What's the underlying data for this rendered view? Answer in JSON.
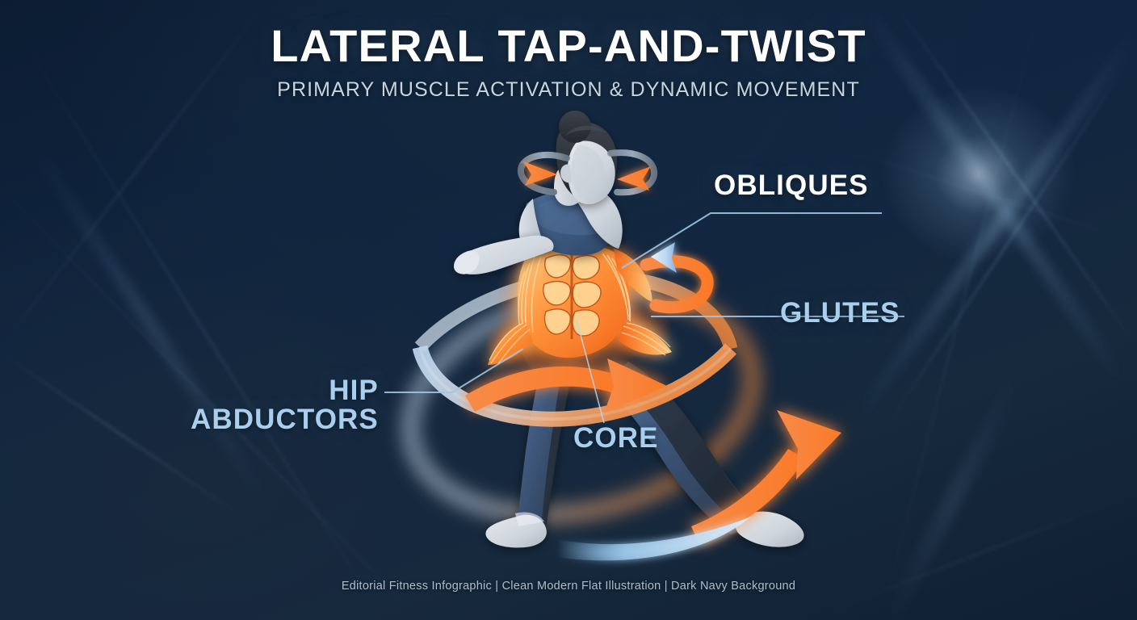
{
  "header": {
    "title": "LATERAL TAP-AND-TWIST",
    "subtitle": "PRIMARY MUSCLE ACTIVATION & DYNAMIC MOVEMENT"
  },
  "footnote": "Editorial Fitness Infographic | Clean Modern Flat Illustration | Dark Navy Background",
  "callouts": [
    {
      "id": "obliques",
      "label": "OBLIQUES",
      "color": "#ffffff",
      "style": "white"
    },
    {
      "id": "glutes",
      "label": "GLUTES",
      "color": "#a8cfee",
      "style": "blue"
    },
    {
      "id": "hip_line1",
      "label": "HIP",
      "color": "#a8cfee",
      "style": "blue"
    },
    {
      "id": "hip_line2",
      "label": "ABDUCTORS",
      "color": "#a8cfee",
      "style": "blue"
    },
    {
      "id": "core",
      "label": "CORE",
      "color": "#a8cfee",
      "style": "blue"
    }
  ],
  "illustration": {
    "subject": "female-athlete-lateral-twist-pose",
    "muscle_highlights": [
      "obliques",
      "core",
      "glutes",
      "hip-abductors"
    ],
    "motion_indicators": [
      "shoulder-rotation-arrow-left",
      "shoulder-rotation-arrow-right",
      "torso-twist-arrow",
      "hip-sweep-arrow",
      "leg-tap-arrow",
      "orbit-ring-swoosh"
    ]
  },
  "palette": {
    "background_dark": "#0c1d33",
    "background_mid": "#16293d",
    "muscle_glow": "#ff7a29",
    "muscle_core": "#ffd27a",
    "accent_blue": "#a8cfee",
    "skin": "#d8dde3",
    "garment_blue": "#3f5d86",
    "garment_dark": "#28303c",
    "hair": "#2b3038",
    "leader_line": "#9fc6e6"
  }
}
